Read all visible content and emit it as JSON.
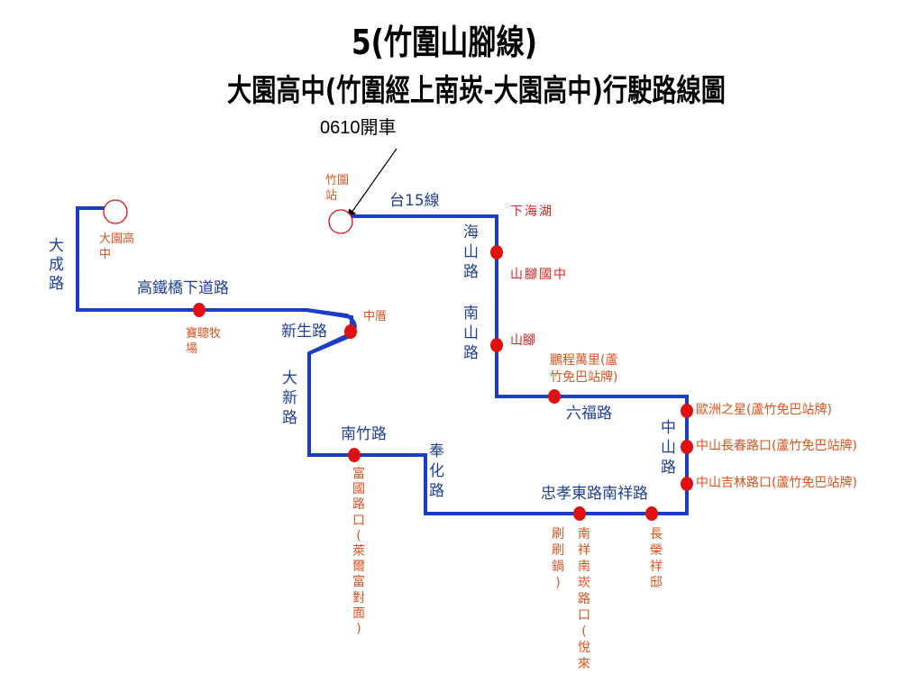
{
  "title": {
    "main": "5(竹圍山腳線)",
    "sub": "大園高中(竹圍經上南崁-大園高中)行駛路線圖",
    "departure": "0610開車"
  },
  "colors": {
    "route": "#1b3cc7",
    "stop": "#e01010",
    "road_label": "#1f3f9e",
    "stop_label": "#d9531e",
    "stop_label_red": "#e02020"
  },
  "roads": {
    "dacheng": "大成路",
    "hsr_underpass": "高鐵橋下道路",
    "xinsheng": "新生路",
    "daxin": "大新路",
    "nanzhu": "南竹路",
    "fenghua": "奉化路",
    "zhongxiao_nanxiang": "忠孝東路南祥路",
    "zhongshan": "中山路",
    "liufu": "六福路",
    "nanshan": "南山路",
    "haishan": "海山路",
    "tai15": "台15線"
  },
  "stops": {
    "dayuan_high": "大園高中",
    "zhuwei_station": "竹圍站",
    "baocong_ranch": "寶聰牧場",
    "zhongcuo": "中厝",
    "fuguo_road_mouth": "富國路口(萊爾富對面)",
    "shuashua_guo": "刷刷鍋)",
    "nanxiang_nankan": "南祥南崁路口(悅來",
    "changrong_xiangdi": "長榮祥邸",
    "zhongshan_jilin": "中山吉林路口(蘆竹免巴站牌)",
    "zhongshan_changchun": "中山長春路口(蘆竹免巴站牌)",
    "ouzhou_star": "歐洲之星(蘆竹免巴站牌)",
    "pengcheng_wanli_a": "鵬程萬里(蘆",
    "pengcheng_wanli_b": "竹免巴站牌)",
    "shanjiao": "山腳",
    "shanjiao_middle_school": "山腳國中",
    "xia_haihu": "下海湖"
  }
}
